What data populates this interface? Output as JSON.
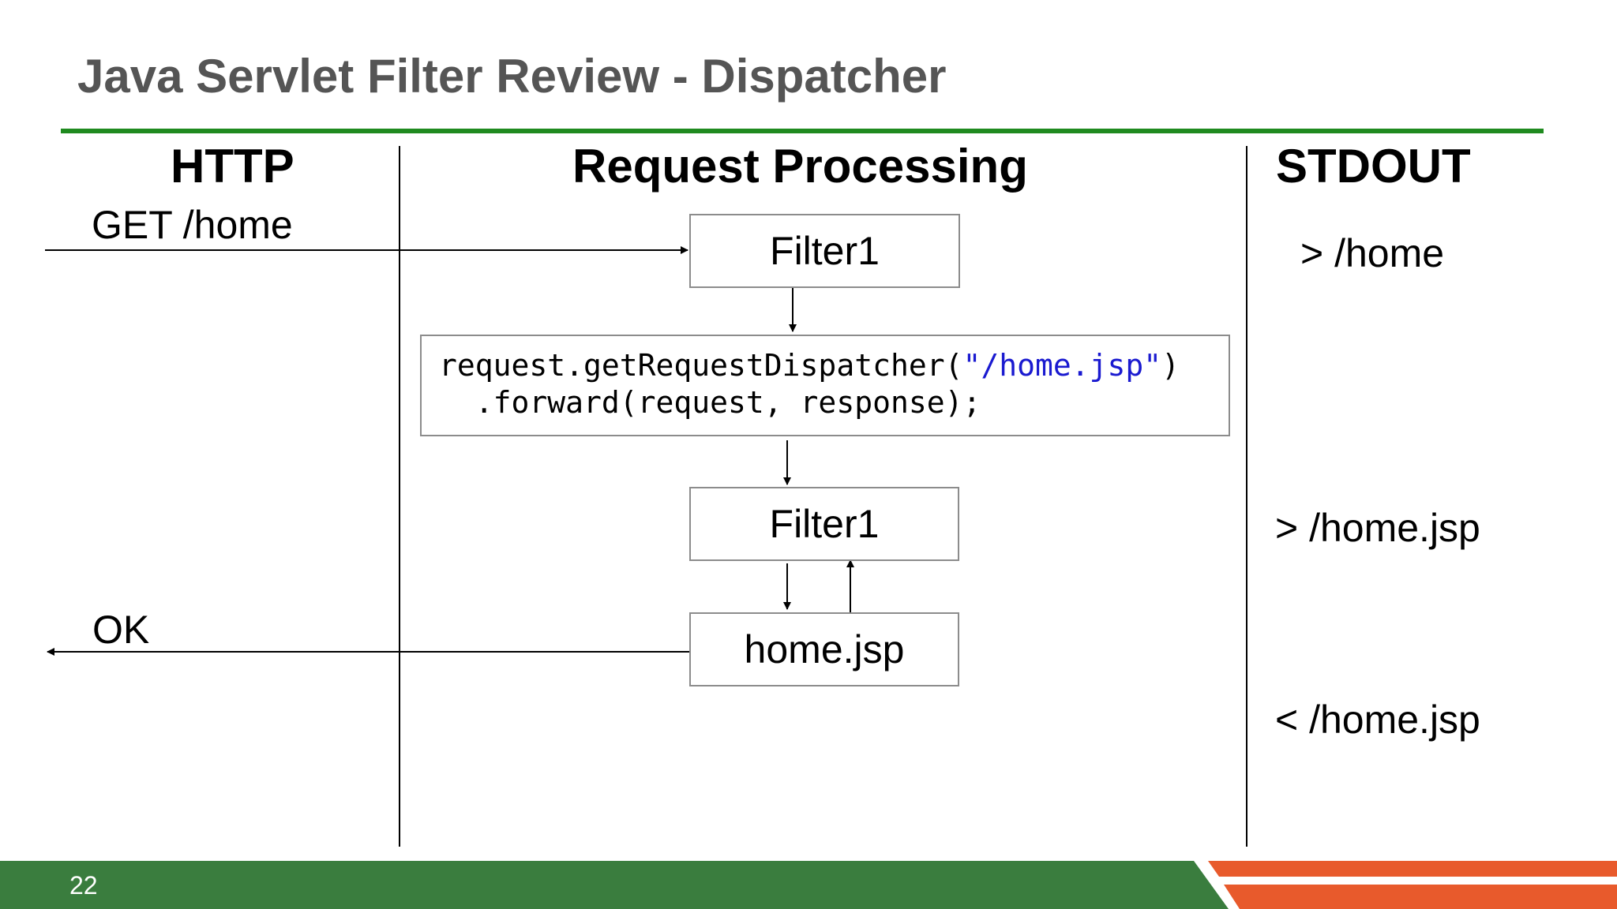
{
  "slide": {
    "title": "Java Servlet Filter Review - Dispatcher",
    "page_number": "22"
  },
  "columns": {
    "http": "HTTP",
    "processing": "Request Processing",
    "stdout": "STDOUT"
  },
  "http": {
    "request": "GET /home",
    "response": "OK"
  },
  "processing": {
    "filter_first": "Filter1",
    "code": {
      "line1_prefix": "request.getRequestDispatcher(",
      "line1_string": "\"/home.jsp\"",
      "line1_suffix": ")",
      "line2": "  .forward(request, response);"
    },
    "filter_second": "Filter1",
    "jsp": "home.jsp"
  },
  "stdout": {
    "line1": "> /home",
    "line2": "> /home.jsp",
    "line3": "< /home.jsp"
  },
  "colors": {
    "title_gray": "#555555",
    "title_rule_green": "#1f8a1f",
    "footer_green": "#3a7d3e",
    "accent_orange": "#e85a2c",
    "code_string_blue": "#1a1ad0"
  }
}
